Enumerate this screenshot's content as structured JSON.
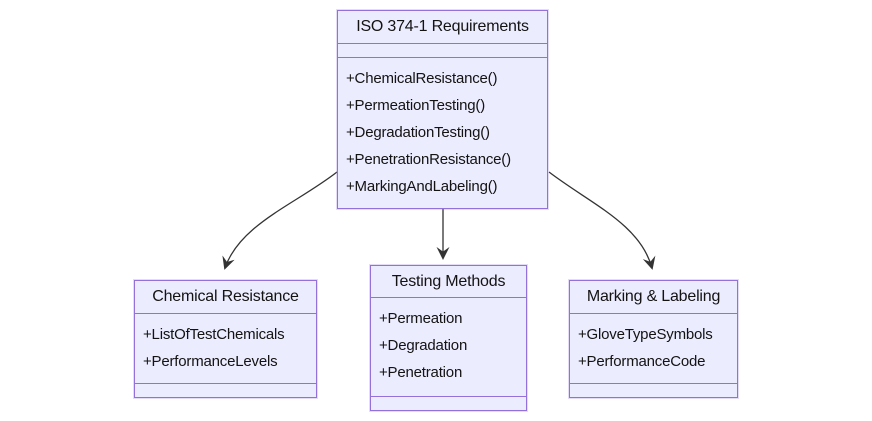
{
  "diagram": {
    "type": "uml-class-diagram",
    "colors": {
      "node_fill": "#ECECFF",
      "node_border": "#9370DB",
      "divider": "#9370DB",
      "text": "#131313",
      "edge": "#333333",
      "background": "#FFFFFF"
    },
    "classes": {
      "iso": {
        "title": "ISO 374-1 Requirements",
        "attributes": [],
        "methods": [
          "+ChemicalResistance()",
          "+PermeationTesting()",
          "+DegradationTesting()",
          "+PenetrationResistance()",
          "+MarkingAndLabeling()"
        ]
      },
      "chemical": {
        "title": "Chemical Resistance",
        "attributes": [
          "+ListOfTestChemicals",
          "+PerformanceLevels"
        ],
        "methods": []
      },
      "testing": {
        "title": "Testing Methods",
        "attributes": [
          "+Permeation",
          "+Degradation",
          "+Penetration"
        ],
        "methods": []
      },
      "marking": {
        "title": "Marking & Labeling",
        "attributes": [
          "+GloveTypeSymbols",
          "+PerformanceCode"
        ],
        "methods": []
      }
    },
    "edges": [
      {
        "from": "iso",
        "to": "chemical",
        "style": "solid",
        "arrowhead": "vee"
      },
      {
        "from": "iso",
        "to": "testing",
        "style": "solid",
        "arrowhead": "vee"
      },
      {
        "from": "iso",
        "to": "marking",
        "style": "solid",
        "arrowhead": "vee"
      }
    ]
  }
}
